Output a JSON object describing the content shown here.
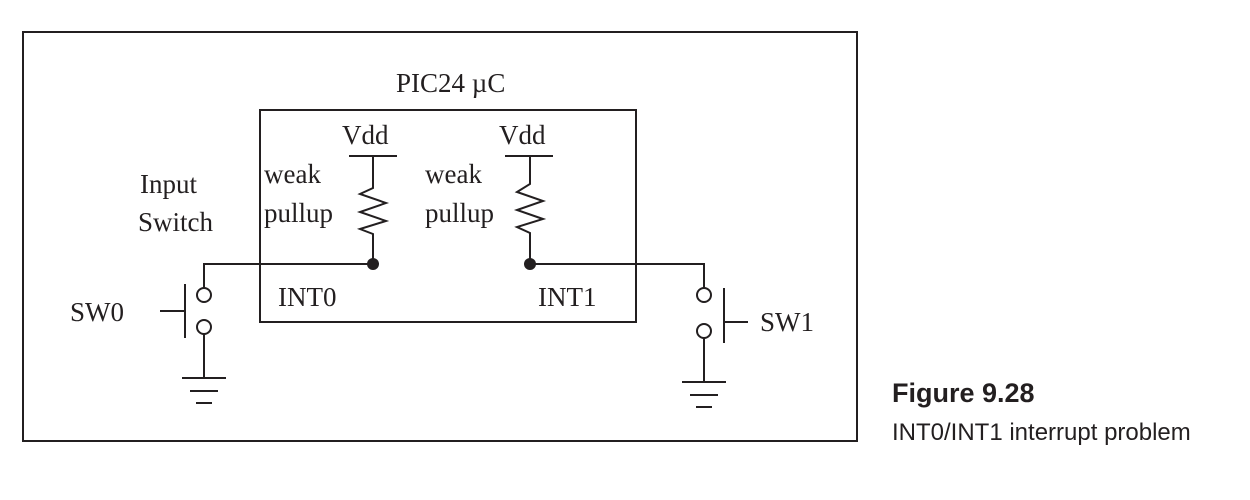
{
  "diagram": {
    "chip_label": "PIC24 µC",
    "vdd_left": "Vdd",
    "vdd_right": "Vdd",
    "pullup_left_line1": "weak",
    "pullup_left_line2": "pullup",
    "pullup_right_line1": "weak",
    "pullup_right_line2": "pullup",
    "input_switch_line1": "Input",
    "input_switch_line2": "Switch",
    "pin_left": "INT0",
    "pin_right": "INT1",
    "switch_left": "SW0",
    "switch_right": "SW1"
  },
  "caption": {
    "figure_number": "Figure 9.28",
    "text": "INT0/INT1 interrupt problem"
  }
}
